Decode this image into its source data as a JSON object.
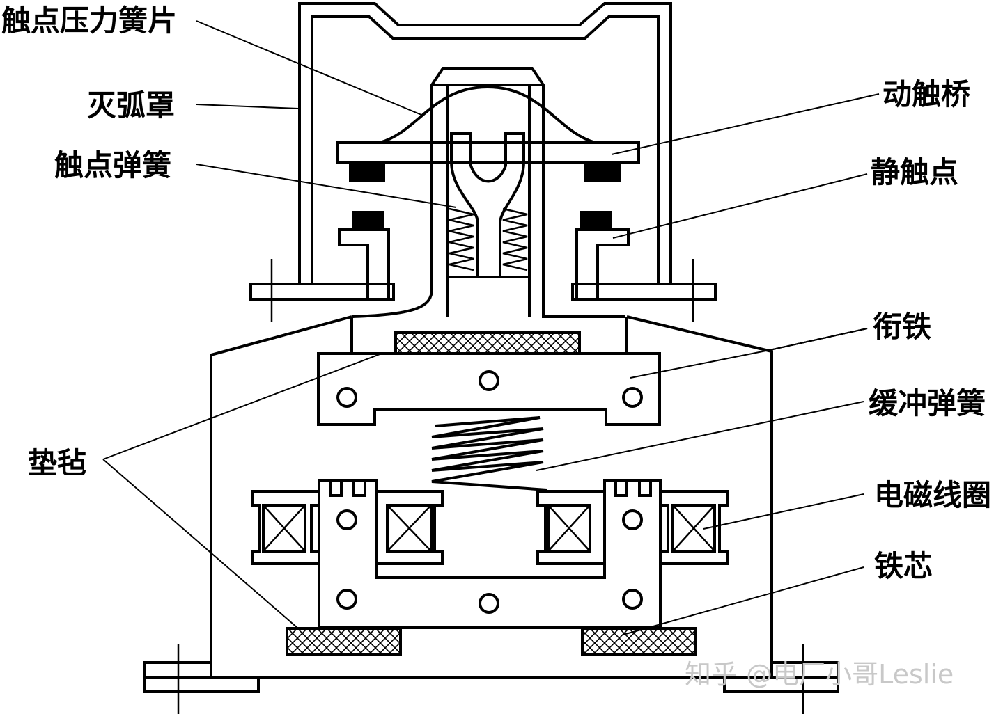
{
  "labels": {
    "contact_pressure_spring": "触点压力簧片",
    "arc_chute": "灭弧罩",
    "contact_spring": "触点弹簧",
    "moving_contact_bridge": "动触桥",
    "static_contact": "静触点",
    "armature": "衔铁",
    "buffer_spring": "缓冲弹簧",
    "felt_pad": "垫毡",
    "solenoid_coil": "电磁线圈",
    "iron_core": "铁芯"
  },
  "watermark": "知乎 @电厂小哥Leslie",
  "colors": {
    "line": "#000000",
    "background": "#ffffff",
    "watermark": "#c8c8c8"
  }
}
